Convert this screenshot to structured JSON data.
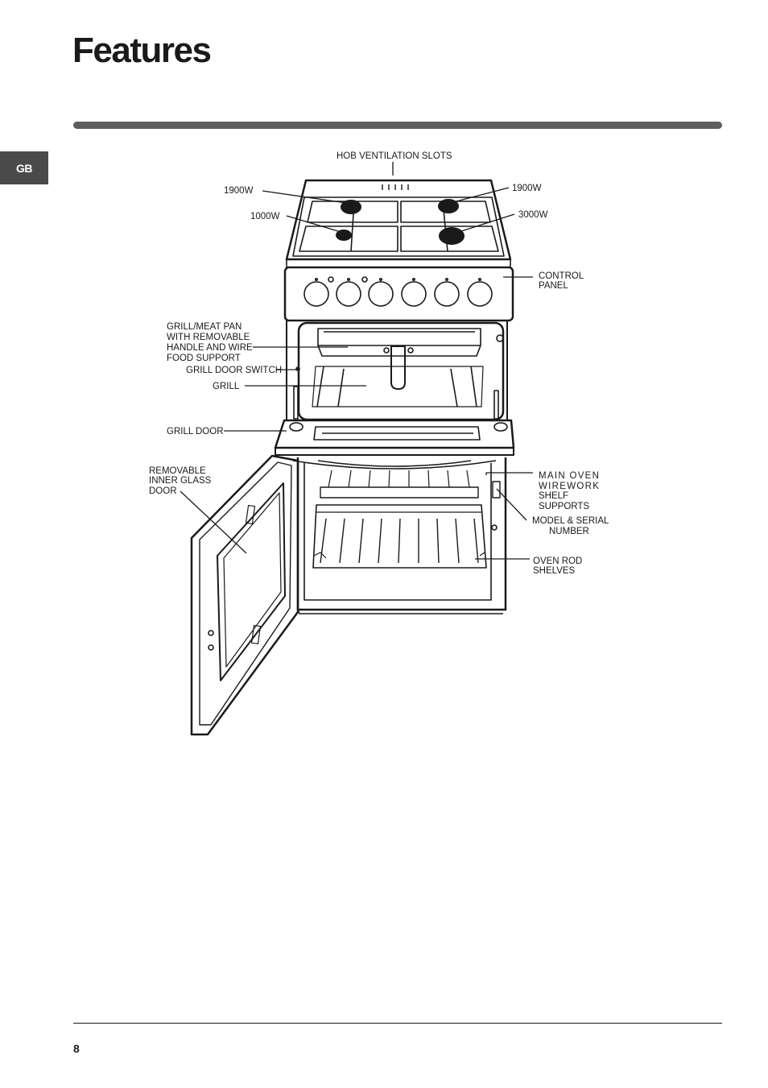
{
  "page": {
    "title": "Features",
    "language_tab": "GB",
    "page_number": "8"
  },
  "diagram": {
    "labels": {
      "hob_ventilation_slots": "HOB VENTILATION SLOTS",
      "burner_back_left": "1900W",
      "burner_front_left": "1000W",
      "burner_back_right": "1900W",
      "burner_front_right": "3000W",
      "control_panel": [
        "CONTROL",
        "PANEL"
      ],
      "grill_meat_pan": [
        "GRILL/MEAT PAN",
        "WITH REMOVABLE",
        "HANDLE AND WIRE",
        "FOOD SUPPORT"
      ],
      "grill_door_switch": "GRILL DOOR SWITCH",
      "grill": "GRILL",
      "grill_door": "GRILL DOOR",
      "removable_inner_glass_door": [
        "REMOVABLE",
        "INNER GLASS",
        "DOOR"
      ],
      "main_oven_shelf_supports": [
        "MAIN OVEN",
        "WIREWORK",
        "SHELF",
        "SUPPORTS"
      ],
      "model_serial_number": [
        "MODEL & SERIAL",
        "NUMBER"
      ],
      "oven_rod_shelves": [
        "OVEN ROD",
        "SHELVES"
      ]
    }
  }
}
